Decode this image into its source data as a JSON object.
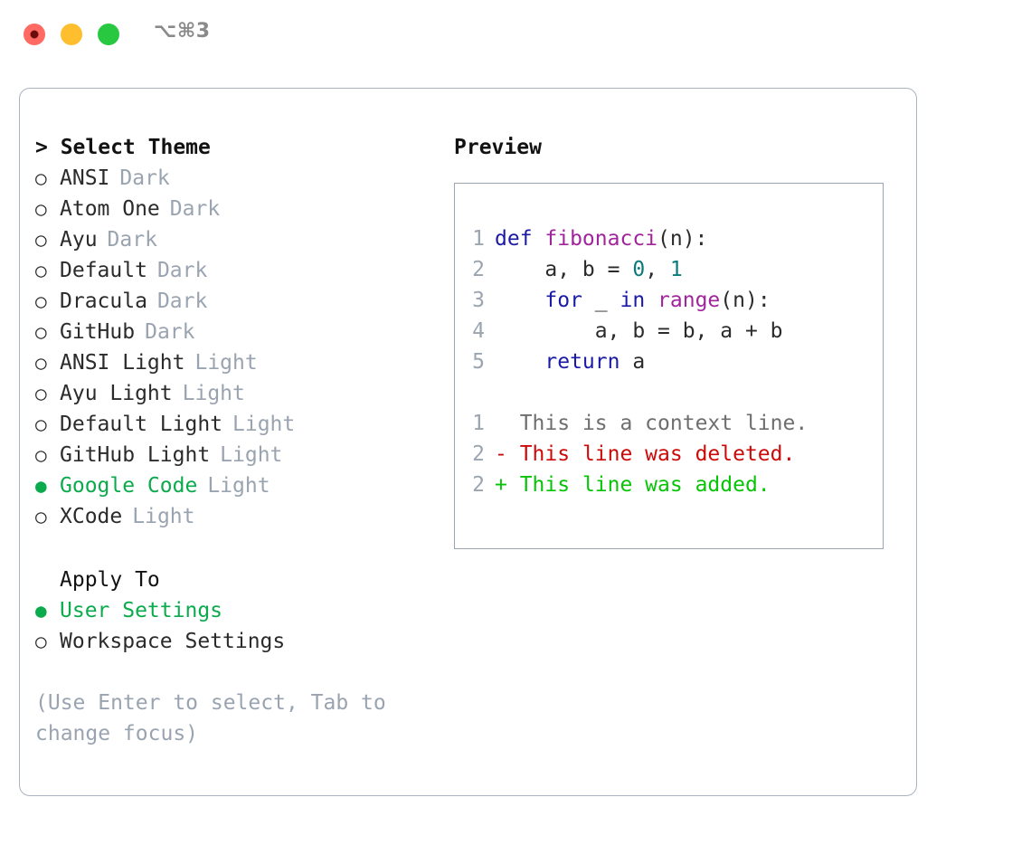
{
  "titlebar": {
    "shortcut": "⌥⌘3",
    "buttons": [
      {
        "name": "close",
        "color": "#ff6b63"
      },
      {
        "name": "minimize",
        "color": "#ffbe2e"
      },
      {
        "name": "zoom",
        "color": "#28c840"
      }
    ]
  },
  "theme_picker": {
    "header": "> Select Theme",
    "unselected_marker": "○",
    "selected_marker": "●",
    "items": [
      {
        "marker": "○",
        "label": "ANSI",
        "tag": "Dark",
        "selected": false
      },
      {
        "marker": "○",
        "label": "Atom One",
        "tag": "Dark",
        "selected": false
      },
      {
        "marker": "○",
        "label": "Ayu",
        "tag": "Dark",
        "selected": false
      },
      {
        "marker": "○",
        "label": "Default",
        "tag": "Dark",
        "selected": false
      },
      {
        "marker": "○",
        "label": "Dracula",
        "tag": "Dark",
        "selected": false
      },
      {
        "marker": "○",
        "label": "GitHub",
        "tag": "Dark",
        "selected": false
      },
      {
        "marker": "○",
        "label": "ANSI Light",
        "tag": "Light",
        "selected": false
      },
      {
        "marker": "○",
        "label": "Ayu Light",
        "tag": "Light",
        "selected": false
      },
      {
        "marker": "○",
        "label": "Default Light",
        "tag": "Light",
        "selected": false
      },
      {
        "marker": "○",
        "label": "GitHub Light",
        "tag": "Light",
        "selected": false
      },
      {
        "marker": "●",
        "label": "Google Code",
        "tag": "Light",
        "selected": true
      },
      {
        "marker": "○",
        "label": "XCode",
        "tag": "Light",
        "selected": false
      }
    ]
  },
  "apply_to": {
    "header": "Apply To",
    "items": [
      {
        "marker": "●",
        "label": "User Settings",
        "selected": true
      },
      {
        "marker": "○",
        "label": "Workspace Settings",
        "selected": false
      }
    ]
  },
  "hint": "(Use Enter to select, Tab to change focus)",
  "preview": {
    "title": "Preview",
    "code_lines": [
      {
        "number": "1",
        "tokens": [
          {
            "text": "def ",
            "type": "kw"
          },
          {
            "text": "fibonacci",
            "type": "fn"
          },
          {
            "text": "(n):",
            "type": "plain"
          }
        ]
      },
      {
        "number": "2",
        "tokens": [
          {
            "text": "    a, b = ",
            "type": "plain"
          },
          {
            "text": "0",
            "type": "num"
          },
          {
            "text": ", ",
            "type": "plain"
          },
          {
            "text": "1",
            "type": "num"
          }
        ]
      },
      {
        "number": "3",
        "tokens": [
          {
            "text": "    ",
            "type": "plain"
          },
          {
            "text": "for",
            "type": "kw"
          },
          {
            "text": " _ ",
            "type": "plain"
          },
          {
            "text": "in",
            "type": "kw"
          },
          {
            "text": " ",
            "type": "plain"
          },
          {
            "text": "range",
            "type": "fn"
          },
          {
            "text": "(n):",
            "type": "plain"
          }
        ]
      },
      {
        "number": "4",
        "tokens": [
          {
            "text": "        a, b = b, a + b",
            "type": "plain"
          }
        ]
      },
      {
        "number": "5",
        "tokens": [
          {
            "text": "    ",
            "type": "plain"
          },
          {
            "text": "return",
            "type": "kw"
          },
          {
            "text": " a",
            "type": "plain"
          }
        ]
      }
    ],
    "diff_lines": [
      {
        "number": "1",
        "prefix": "  ",
        "text": "This is a context line.",
        "kind": "context"
      },
      {
        "number": "2",
        "prefix": "- ",
        "text": "This line was deleted.",
        "kind": "deleted"
      },
      {
        "number": "2",
        "prefix": "+ ",
        "text": "This line was added.",
        "kind": "added"
      }
    ]
  },
  "colors": {
    "accent_green": "#0bab4d",
    "muted": "#9aa4b0",
    "keyword": "#1a1aa6",
    "function": "#a0259c",
    "number": "#0b7a7a",
    "diff_deleted": "#cc0a0a",
    "diff_added": "#07c407",
    "diff_context": "#6e6e6e",
    "border": "#9aa5b1"
  }
}
